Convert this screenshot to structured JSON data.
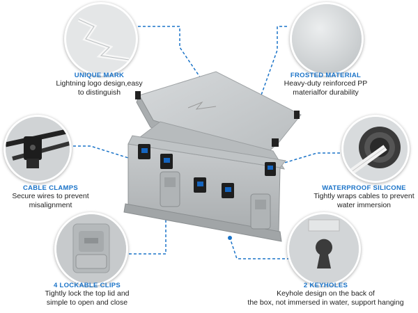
{
  "features": {
    "unique_mark": {
      "title": "UNIQUE MARK",
      "desc_line1": "Lightning logo design,easy",
      "desc_line2": "to distinguish"
    },
    "frosted_material": {
      "title": "FROSTED MATERIAL",
      "desc_line1": "Heavy-duty reinforced PP",
      "desc_line2": "materialfor durability"
    },
    "cable_clamps": {
      "title": "CABLE CLAMPS",
      "desc_line1": "Secure wires to prevent",
      "desc_line2": "misalignment"
    },
    "waterproof_silicone": {
      "title": "WATERPROOF SILICONE",
      "desc_line1": "Tightly wraps cables to prevent",
      "desc_line2": "water immersion"
    },
    "lockable_clips": {
      "title": "4 LOCKABLE CLIPS",
      "desc_line1": "Tightly lock the top lid and",
      "desc_line2": "simple to open and close"
    },
    "keyholes": {
      "title": "2 KEYHOLES",
      "desc_line1": "Keyhole design on the back of",
      "desc_line2": "the box, not immersed in water, support hanging"
    }
  },
  "colors": {
    "accent": "#1a73c8",
    "box_gray": "#c9cdcf",
    "clip_blue": "#1565c0"
  }
}
